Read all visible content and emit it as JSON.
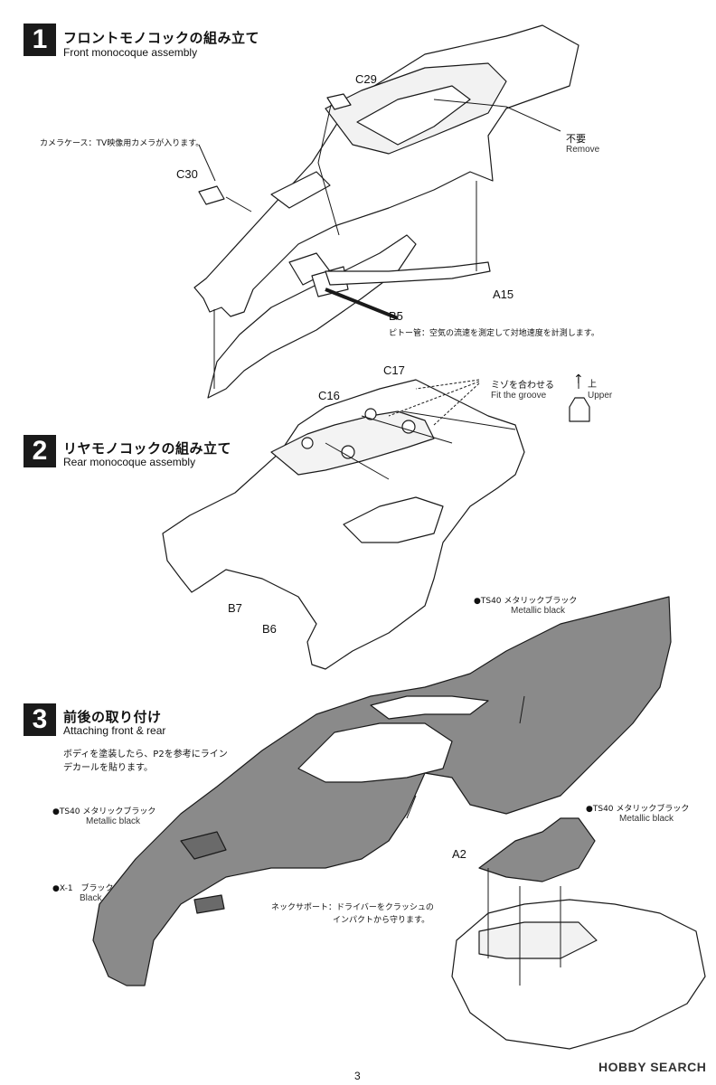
{
  "steps": [
    {
      "number": "1",
      "title_jp": "フロントモノコックの組み立て",
      "title_en": "Front monocoque assembly"
    },
    {
      "number": "2",
      "title_jp": "リヤモノコックの組み立て",
      "title_en": "Rear monocoque assembly"
    },
    {
      "number": "3",
      "title_jp": "前後の取り付け",
      "title_en": "Attaching front & rear"
    }
  ],
  "step1": {
    "c29": "C29",
    "c30": "C30",
    "a15": "A15",
    "b5": "B5",
    "camera_note": "カメラケース：TV映像用カメラが入ります。",
    "remove_jp": "不要",
    "remove_en": "Remove",
    "pitot_note": "ピトー管：空気の流速を測定して対地速度を計測します。"
  },
  "step2": {
    "c17": "C17",
    "c16": "C16",
    "b7": "B7",
    "b6": "B6",
    "groove_jp": "ミゾを合わせる",
    "groove_en": "Fit the groove",
    "upper_arrow": "↑",
    "upper_jp": "上",
    "upper_en": "Upper"
  },
  "step3": {
    "paint_note_line1": "ボディを塗装したら、P2を参考にライン",
    "paint_note_line2": "デカールを貼ります。",
    "ts40_top_jp": "●TS40 メタリックブラック",
    "ts40_top_en": "Metallic black",
    "ts40_left_jp": "●TS40 メタリックブラック",
    "ts40_left_en": "Metallic black",
    "ts40_right_jp": "●TS40 メタリックブラック",
    "ts40_right_en": "Metallic black",
    "x1_jp": "●X-1　ブラック",
    "x1_en": "Black",
    "a2": "A2",
    "neck_note_line1": "ネックサポート：ドライバーをクラッシュの",
    "neck_note_line2": "インパクトから守ります。"
  },
  "page_number": "3",
  "watermark": "HOBBY SEARCH",
  "colors": {
    "metallic_black_fill": "#8a8a8a",
    "black_fill": "#6a6a6a",
    "line": "#1a1a1a"
  }
}
